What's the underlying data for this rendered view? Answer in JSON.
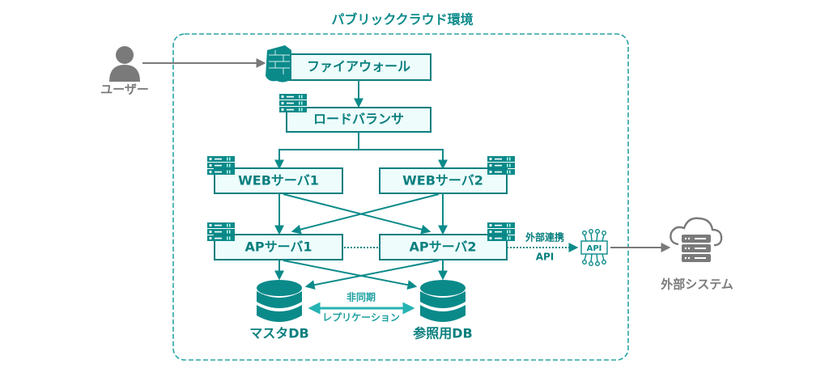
{
  "title": "パブリッククラウド環境",
  "colors": {
    "primary": "#0b8a8a",
    "box_fill": "#eefcfc",
    "external": "#7a7a7a",
    "boundary": "#2aa3a3",
    "replication": "#26b3b3"
  },
  "external_actors": {
    "user": {
      "label": "ユーザー",
      "icon": "person-icon"
    },
    "external_system": {
      "label": "外部システム",
      "icon": "cloud-server-icon"
    }
  },
  "nodes": {
    "firewall": {
      "label": "ファイアウォール",
      "icon": "firewall-icon"
    },
    "load_balancer": {
      "label": "ロードバランサ",
      "icon": "server-rack-icon"
    },
    "web1": {
      "label": "WEBサーバ1",
      "icon": "server-rack-icon"
    },
    "web2": {
      "label": "WEBサーバ2",
      "icon": "server-rack-icon"
    },
    "ap1": {
      "label": "APサーバ1",
      "icon": "server-rack-icon"
    },
    "ap2": {
      "label": "APサーバ2",
      "icon": "server-rack-icon"
    },
    "master_db": {
      "label": "マスタDB",
      "icon": "database-icon"
    },
    "replica_db": {
      "label": "参照用DB",
      "icon": "database-icon"
    },
    "api": {
      "label": "API",
      "icon": "api-chip-icon"
    }
  },
  "edges": {
    "replication_top": "非同期",
    "replication_bottom": "レプリケーション",
    "external_api_top": "外部連携",
    "external_api_bottom": "API"
  }
}
